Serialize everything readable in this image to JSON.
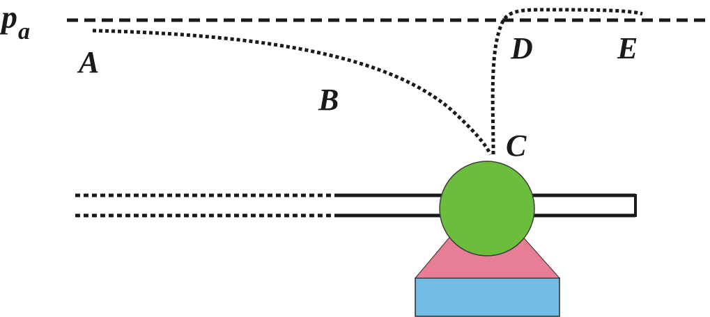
{
  "pressure_symbol": "p",
  "pressure_subscript": "a",
  "points": [
    "A",
    "B",
    "C",
    "D",
    "E"
  ],
  "colors": {
    "ball": "#6cbd3b",
    "ball_stroke": "#3b3b3b",
    "funnel": "#e87e96",
    "base": "#72bde6",
    "line": "#1a1a1a"
  }
}
